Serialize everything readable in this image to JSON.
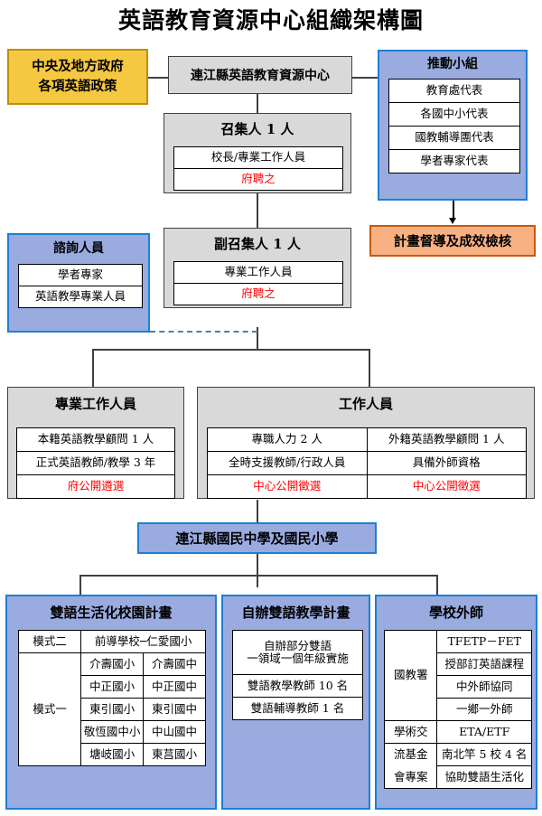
{
  "title": "英語教育資源中心組織架構圖",
  "policy_box": {
    "name": "中央及地方政府各項英語政策",
    "line1": "中央及地方政府",
    "line2": "各項英語政策",
    "fill": "#f5c842",
    "border": "#bf8f00"
  },
  "center_box": {
    "label": "連江縣英語教育資源中心",
    "fill": "#d9d9d9",
    "border": "#404040"
  },
  "convener": {
    "title": "召集人 1 人",
    "rows": [
      {
        "text": "校長/專業工作人員",
        "red": false
      },
      {
        "text": "府聘之",
        "red": true
      }
    ]
  },
  "deputy_convener": {
    "title": "副召集人 1 人",
    "rows": [
      {
        "text": "專業工作人員",
        "red": false
      },
      {
        "text": "府聘之",
        "red": true
      }
    ]
  },
  "promotion_group": {
    "title": "推動小組",
    "rows": [
      "教育處代表",
      "各國中小代表",
      "國教輔導團代表",
      "學者專家代表"
    ],
    "fill": "#9aabe0",
    "border": "#1f7fd4"
  },
  "supervision_box": {
    "label": "計畫督導及成效檢核",
    "fill": "#f8b183",
    "border": "#c55a11"
  },
  "advisors": {
    "title": "諮詢人員",
    "rows": [
      "學者專家",
      "英語教學專業人員"
    ]
  },
  "professional_staff": {
    "title": "專業工作人員",
    "rows": [
      {
        "text": "本籍英語教學顧問 1 人",
        "red": false
      },
      {
        "text": "正式英語教師/教學 3 年",
        "red": false
      },
      {
        "text": "府公開遴選",
        "red": true
      }
    ]
  },
  "staff": {
    "title": "工作人員",
    "rows": [
      [
        {
          "text": "專職人力 2 人",
          "red": false
        },
        {
          "text": "外籍英語教學顧問 1 人",
          "red": false
        }
      ],
      [
        {
          "text": "全時支援教師/行政人員",
          "red": false
        },
        {
          "text": "具備外師資格",
          "red": false
        }
      ],
      [
        {
          "text": "中心公開徵選",
          "red": true
        },
        {
          "text": "中心公開徵選",
          "red": true
        }
      ]
    ]
  },
  "schools_bar": {
    "label": "連江縣國民中學及國民小學",
    "fill": "#9aabe0",
    "border": "#1f7fd4"
  },
  "bilingual_campus": {
    "title": "雙語生活化校園計畫",
    "mode2_label": "模式二",
    "mode2_value": "前導學校─仁愛國小",
    "mode1_label": "模式一",
    "mode1_rows": [
      [
        "介壽國小",
        "介壽國中"
      ],
      [
        "中正國小",
        "中正國中"
      ],
      [
        "東引國小",
        "東引國中"
      ],
      [
        "敬恆國中小",
        "中山國中"
      ],
      [
        "塘岐國小",
        "東莒國小"
      ]
    ]
  },
  "self_run_program": {
    "title": "自辦雙語教學計畫",
    "rows": [
      "自辦部分雙語\n一領域一個年級實施",
      "雙語教學教師 10 名",
      "雙語輔導教師 1 名"
    ],
    "row0_line1": "自辦部分雙語",
    "row0_line2": "一領域一個年級實施",
    "row1": "雙語教學教師 10 名",
    "row2": "雙語輔導教師 1 名"
  },
  "foreign_teachers": {
    "title": "學校外師",
    "group1_label": "國教署",
    "group1_rows": [
      "TFETP－FET",
      "授部訂英語課程",
      "中外師協同",
      "一鄉一外師"
    ],
    "group2_label_line1": "學術交",
    "group2_label_line2": "流基金",
    "group2_label_line3": "會專案",
    "group2_rows": [
      "ETA/ETF",
      "南北竿 5 校 4 名",
      "協助雙語生活化"
    ]
  }
}
